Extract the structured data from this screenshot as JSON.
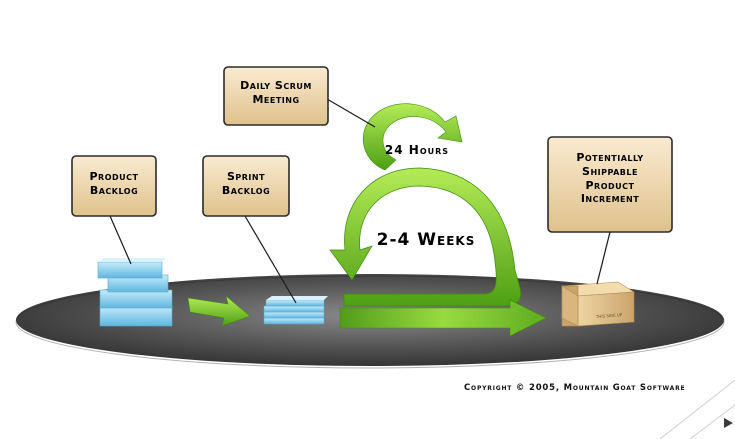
{
  "boxes": {
    "daily_scrum": "Daily Scrum\nMeeting",
    "product_backlog": "Product\nBacklog",
    "sprint_backlog": "Sprint\nBacklog",
    "increment": "Potentially\nShippable\nProduct\nIncrement"
  },
  "cycles": {
    "daily": "24 Hours",
    "sprint": "2-4 Weeks"
  },
  "box_stamp": "THIS SIDE UP",
  "copyright": "Copyright © 2005, Mountain Goat Software",
  "colors": {
    "callout_fill_top": "#f7e6c3",
    "callout_fill_bottom": "#e0c490",
    "callout_border": "#2b2b2b",
    "arrow_green": "#7fcf2b",
    "arrow_green_dark": "#4a9a13",
    "platform": "#5c5c5c",
    "backlog_blue": "#8fd0ee",
    "cardboard": "#dcb884"
  }
}
